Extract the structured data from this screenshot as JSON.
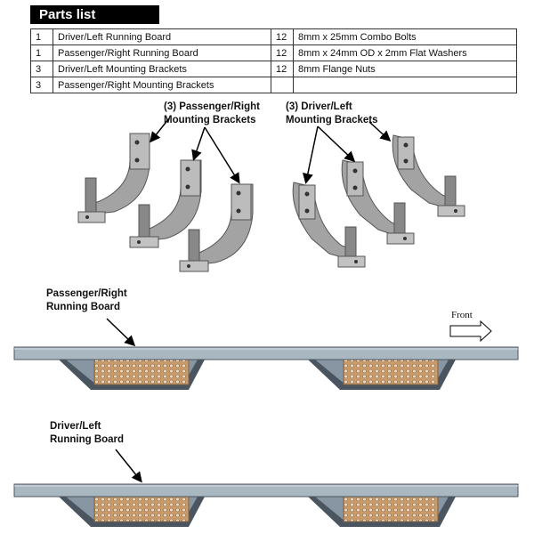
{
  "parts_list": {
    "title": "Parts list",
    "rows": [
      {
        "left_qty": "1",
        "left_desc": "Driver/Left Running Board",
        "right_qty": "12",
        "right_desc": "8mm x 25mm Combo Bolts"
      },
      {
        "left_qty": "1",
        "left_desc": "Passenger/Right Running Board",
        "right_qty": "12",
        "right_desc": "8mm x 24mm OD x 2mm Flat Washers"
      },
      {
        "left_qty": "3",
        "left_desc": "Driver/Left Mounting Brackets",
        "right_qty": "12",
        "right_desc": "8mm Flange Nuts"
      },
      {
        "left_qty": "3",
        "left_desc": "Passenger/Right Mounting Brackets",
        "right_qty": "",
        "right_desc": ""
      }
    ]
  },
  "labels": {
    "passenger_brackets_line1": "(3)  Passenger/Right",
    "passenger_brackets_line2": "Mounting Brackets",
    "driver_brackets_line1": "(3)        Driver/Left",
    "driver_brackets_line2": "Mounting Brackets",
    "passenger_board_line1": "Passenger/Right",
    "passenger_board_line2": "Running Board",
    "driver_board_line1": "Driver/Left",
    "driver_board_line2": "Running Board",
    "front": "Front"
  },
  "colors": {
    "board_top": "#a9b7c0",
    "board_dark": "#4a5560",
    "step_pad": "#c99a6a",
    "bracket": "#9a9a9a"
  }
}
